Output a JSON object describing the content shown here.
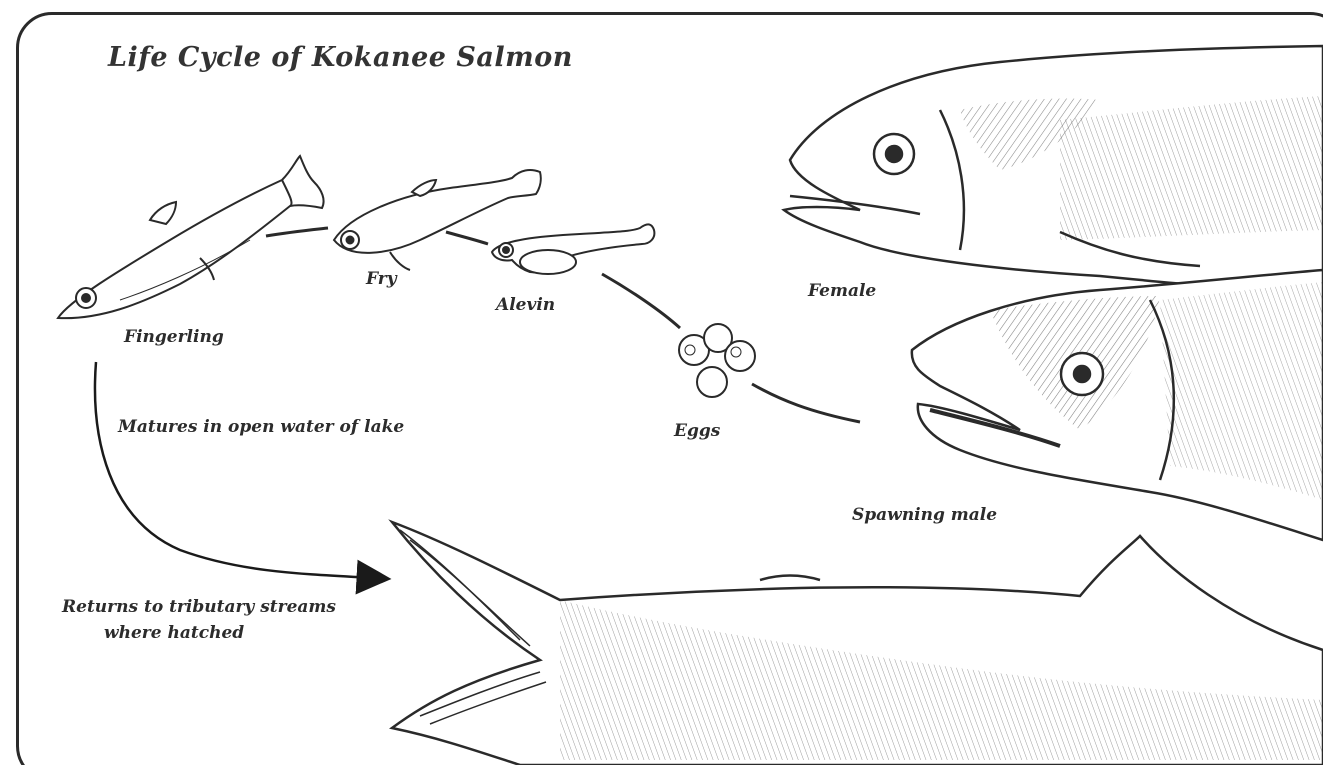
{
  "title": "Life Cycle of Kokanee Salmon",
  "stages": {
    "fingerling": "Fingerling",
    "fry": "Fry",
    "alevin": "Alevin",
    "eggs": "Eggs",
    "female": "Female",
    "spawning_male": "Spawning male"
  },
  "annotations": {
    "matures": "Matures in open water of lake",
    "returns_line1": "Returns to tributary streams",
    "returns_line2": "where hatched"
  },
  "colors": {
    "ink": "#2a2a2a",
    "background": "#ffffff"
  }
}
